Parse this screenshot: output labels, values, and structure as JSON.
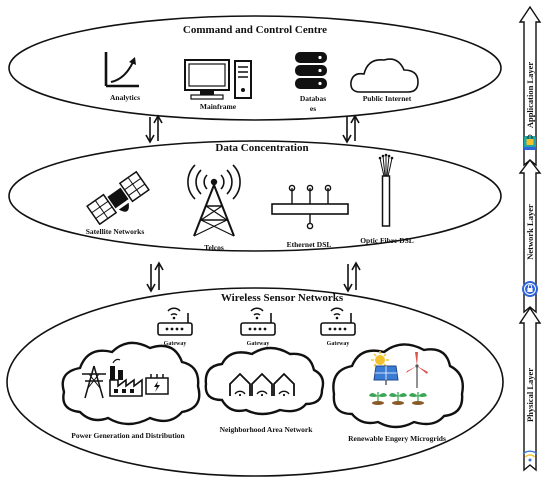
{
  "application_tier": {
    "title": "Command and Control Centre",
    "items": {
      "analytics": "Analytics",
      "mainframe": "Mainframe",
      "database_line1": "Databas",
      "database_line2": "es",
      "public_internet": "Public Internet"
    }
  },
  "network_tier": {
    "title": "Data Concentration",
    "items": {
      "satellite": "Satellite Networks",
      "telcos": "Telcos",
      "ethernet": "Ethernet DSL",
      "optic": "Optic Fibre DSL"
    }
  },
  "physical_tier": {
    "title": "Wireless Sensor Networks",
    "gateway_label": "Gateway",
    "clouds": {
      "power": "Power Generation and Distribution",
      "neighborhood": "Neighborhood Area Network",
      "renewable": "Renewable Engery Microgrids"
    }
  },
  "layers": {
    "application": "Application Layer",
    "network": "Network Layer",
    "physical": "Physical Layer"
  },
  "colors": {
    "lock_blue": "#2f64d8",
    "lock_yellow": "#f2c12e",
    "teal": "#22a6a3",
    "green": "#3aa655",
    "wifi_blue": "#3a7bd5"
  }
}
